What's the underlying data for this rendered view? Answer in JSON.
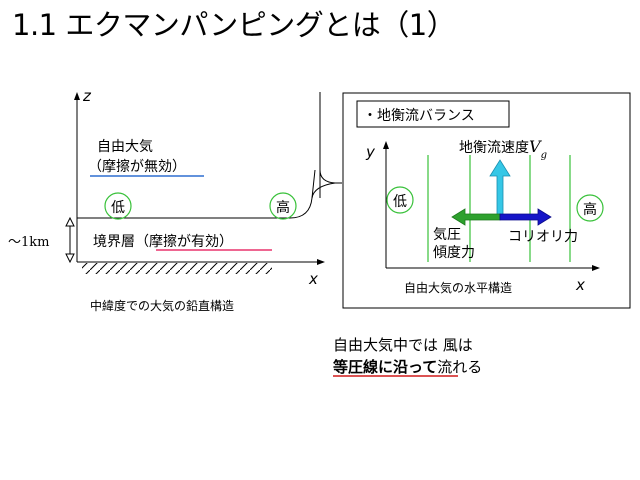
{
  "title": "1.1 エクマンパンピングとは（1）",
  "left_diagram": {
    "z_axis": "z",
    "x_axis": "x",
    "free_atmosphere_line1": "自由大気",
    "free_atmosphere_line2": "（摩擦が無効）",
    "low": "低",
    "high": "高",
    "height": "～1km",
    "boundary_layer": "境界層（摩擦が有効）",
    "caption": "中緯度での大気の鉛直構造"
  },
  "right_panel": {
    "header": "・地衡流バランス",
    "y_axis": "y",
    "x_axis": "x",
    "geo_wind": "地衡流速度",
    "geo_wind_symbol": "V",
    "geo_wind_sub": "g",
    "low": "低",
    "high": "高",
    "pressure_grad_line1": "気圧",
    "pressure_grad_line2": "傾度力",
    "coriolis": "コリオリ力",
    "caption": "自由大気の水平構造"
  },
  "note": {
    "line1": "自由大気中では 風は",
    "line2_bold": "等圧線に沿って",
    "line2_rest": "流れる"
  },
  "colors": {
    "blue_underline": "#2f6fd1",
    "red_underline": "#e8336d",
    "isobar_green": "#39c13a",
    "arrow_cyan": "#35c7e6",
    "arrow_green": "#2ea12e",
    "arrow_blue": "#1515c8",
    "dark_red_underline": "#d11a1a"
  }
}
